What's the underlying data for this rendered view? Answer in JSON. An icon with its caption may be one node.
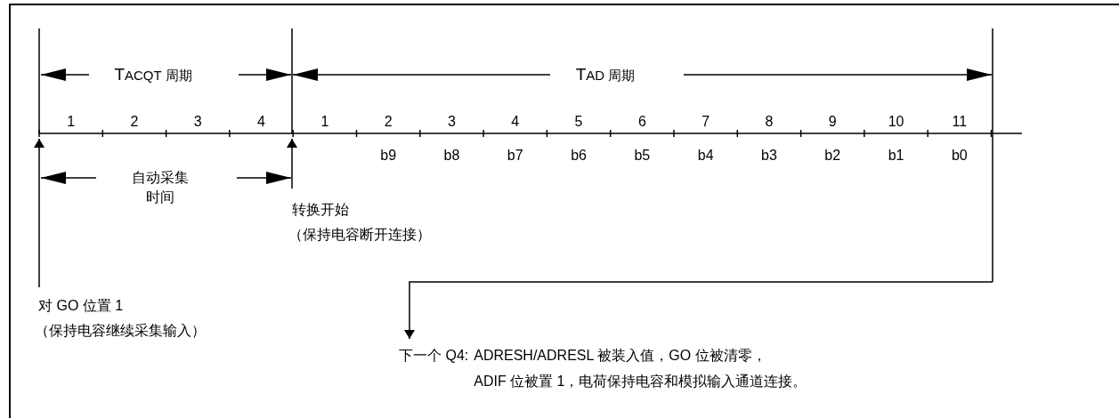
{
  "diagram": {
    "nodes": [
      {
        "text": [
          "对 GO 位置 1",
          "（保持电容继续采集输入）"
        ]
      },
      {
        "text": [
          "转换开始",
          "（保持电容断开连接）"
        ]
      },
      {
        "text": [
          "下一个 Q4:",
          "ADRESH/ADRESL 被装入值，GO 位被清零，",
          "ADIF 位被置 1，电荷保持电容和模拟输入通道连接。"
        ]
      }
    ],
    "edges": [
      {
        "from": 0,
        "to": null,
        "arrow": "to"
      },
      {
        "from": 1,
        "to": null,
        "arrow": "to"
      },
      {
        "from": null,
        "to": 2,
        "arrow": "to"
      }
    ],
    "labels": [
      "TACQT 周期",
      "TAD 周期",
      "1",
      "2",
      "3",
      "4",
      "1",
      "2",
      "3",
      "4",
      "5",
      "6",
      "7",
      "8",
      "9",
      "10",
      "11",
      "b9",
      "b8",
      "b7",
      "b6",
      "b5",
      "b4",
      "b3",
      "b2",
      "b1",
      "b0",
      "自动采集时间"
    ]
  }
}
